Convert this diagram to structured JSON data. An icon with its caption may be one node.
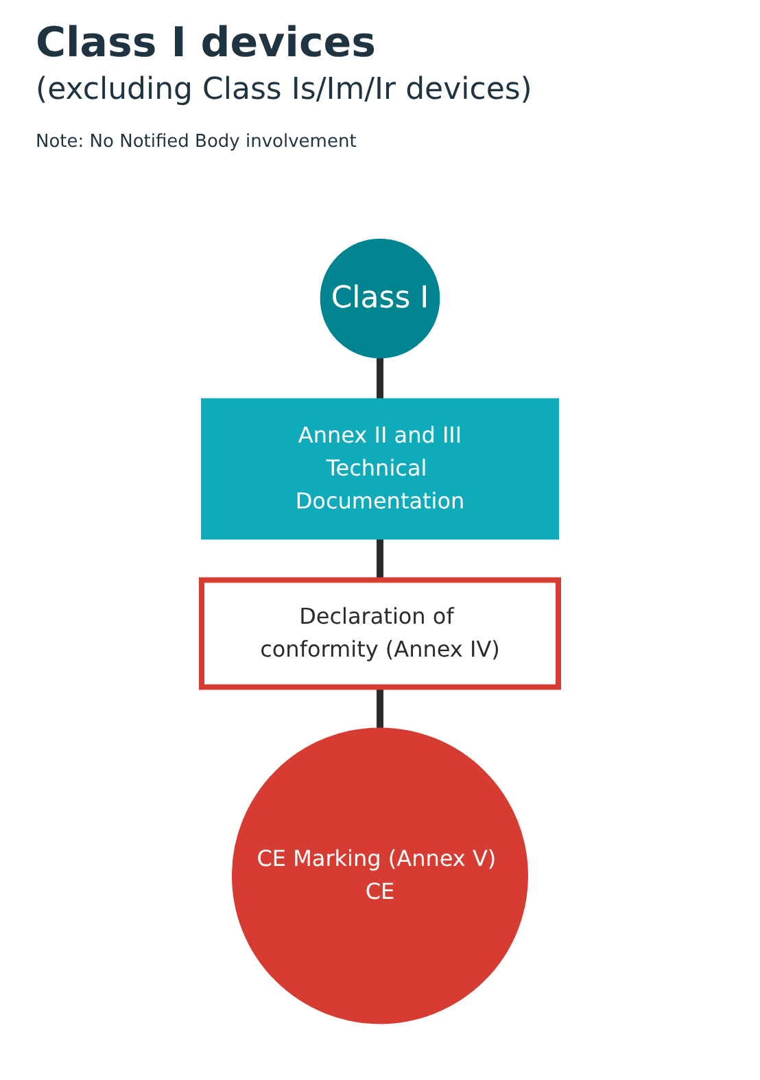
{
  "diagram": {
    "title": "Class I devices",
    "nodes": [
      {
        "text": [
          "Class I"
        ]
      },
      {
        "text": [
          "Annex II and III",
          "Technical Documentation"
        ]
      },
      {
        "text": [
          "Declaration of conformity (Annex IV)"
        ]
      },
      {
        "text": [
          "CE Marking (Annex V) CE"
        ]
      }
    ],
    "edges": [
      {
        "from": 0,
        "to": 1,
        "arrow": "none"
      },
      {
        "from": 1,
        "to": 2,
        "arrow": "none"
      },
      {
        "from": 2,
        "to": 3,
        "arrow": "none"
      }
    ],
    "labels": [
      "(excluding Class Is/Im/Ir devices)",
      "Note: No Notified Body involvement"
    ]
  }
}
